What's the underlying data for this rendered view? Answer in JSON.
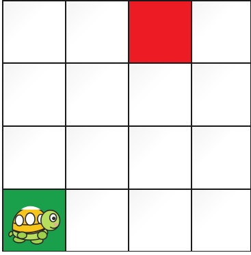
{
  "board": {
    "rows": 4,
    "cols": 4,
    "colors": {
      "empty": "#ffffff",
      "target": "#ed1c24",
      "start": "#1aa04a",
      "grid": "#1a1a1a"
    },
    "target": {
      "row": 0,
      "col": 2
    },
    "player": {
      "row": 3,
      "col": 0,
      "icon": "turtle-icon",
      "facing": "right"
    }
  }
}
